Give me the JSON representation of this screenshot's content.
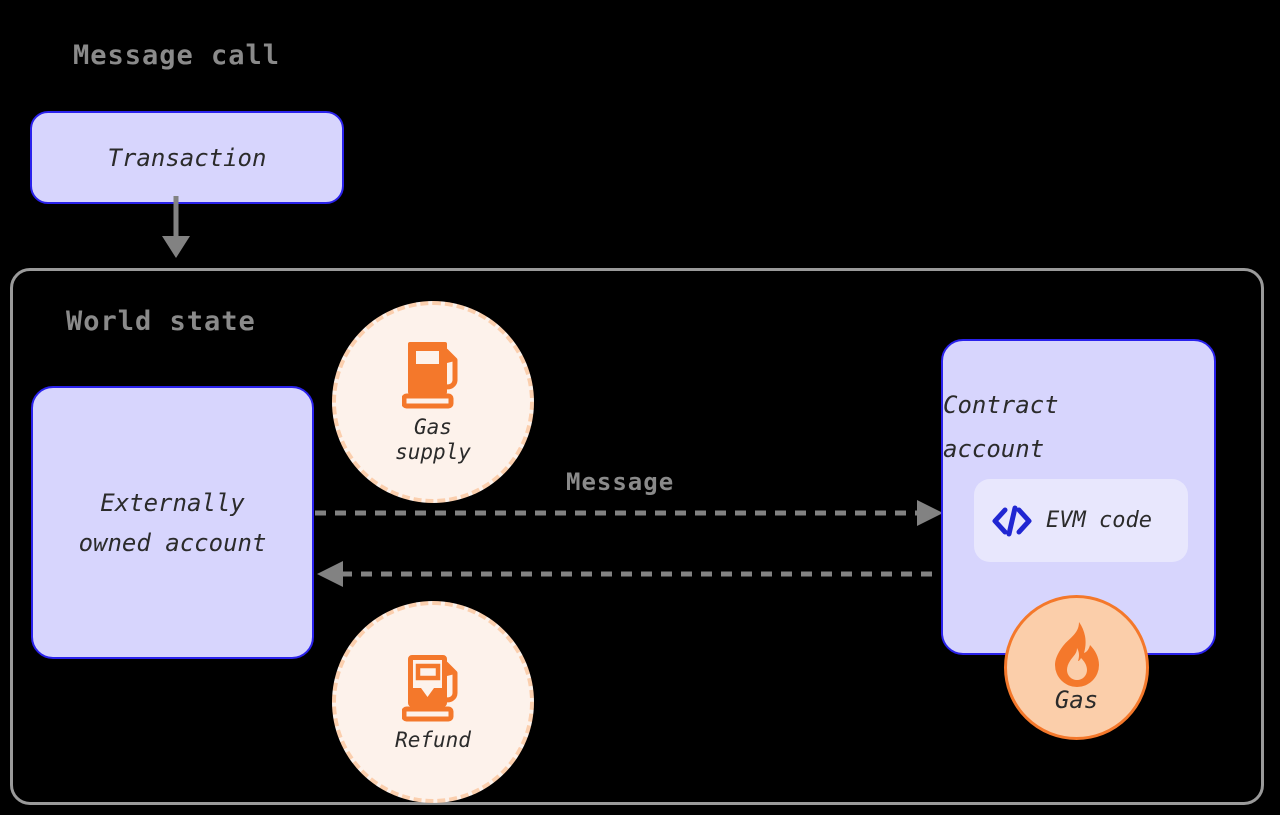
{
  "diagram": {
    "title": "Message call",
    "headings": {
      "message_call": "Message call",
      "world_state": "World state"
    },
    "nodes": {
      "transaction": {
        "label": "Transaction"
      },
      "externally_owned_account": {
        "label_line1": "Externally",
        "label_line2": "owned account"
      },
      "contract_account": {
        "label_line1": "Contract",
        "label_line2": "account"
      },
      "evm_code": {
        "label": "EVM code",
        "icon": "code-icon"
      }
    },
    "badges": {
      "gas_supply": {
        "caption_line1": "Gas",
        "caption_line2": "supply",
        "icon": "gas-pump-full-icon"
      },
      "refund": {
        "caption": "Refund",
        "icon": "gas-pump-partial-icon"
      },
      "gas": {
        "caption": "Gas",
        "icon": "flame-icon"
      }
    },
    "edges": {
      "transaction_to_world_state": {
        "label": "",
        "style": "solid",
        "direction": "down"
      },
      "message_out": {
        "label": "Message",
        "style": "dashed",
        "direction": "right"
      },
      "message_back": {
        "label": "",
        "style": "dashed",
        "direction": "left"
      }
    },
    "colors": {
      "background": "#000000",
      "node_fill": "#d7d5fd",
      "node_border": "#2a22ec",
      "evm_pill_fill": "#e8e7fd",
      "code_icon": "#2026d2",
      "container_border": "#9a9a9a",
      "heading_text": "#8a8a8a",
      "body_text": "#2b2b2b",
      "arrow": "#828282",
      "orange": "#f4782b",
      "orange_light": "#fbceaa",
      "cream_fill": "#fdf2eb",
      "dashed_border": "#fbcfae"
    }
  }
}
